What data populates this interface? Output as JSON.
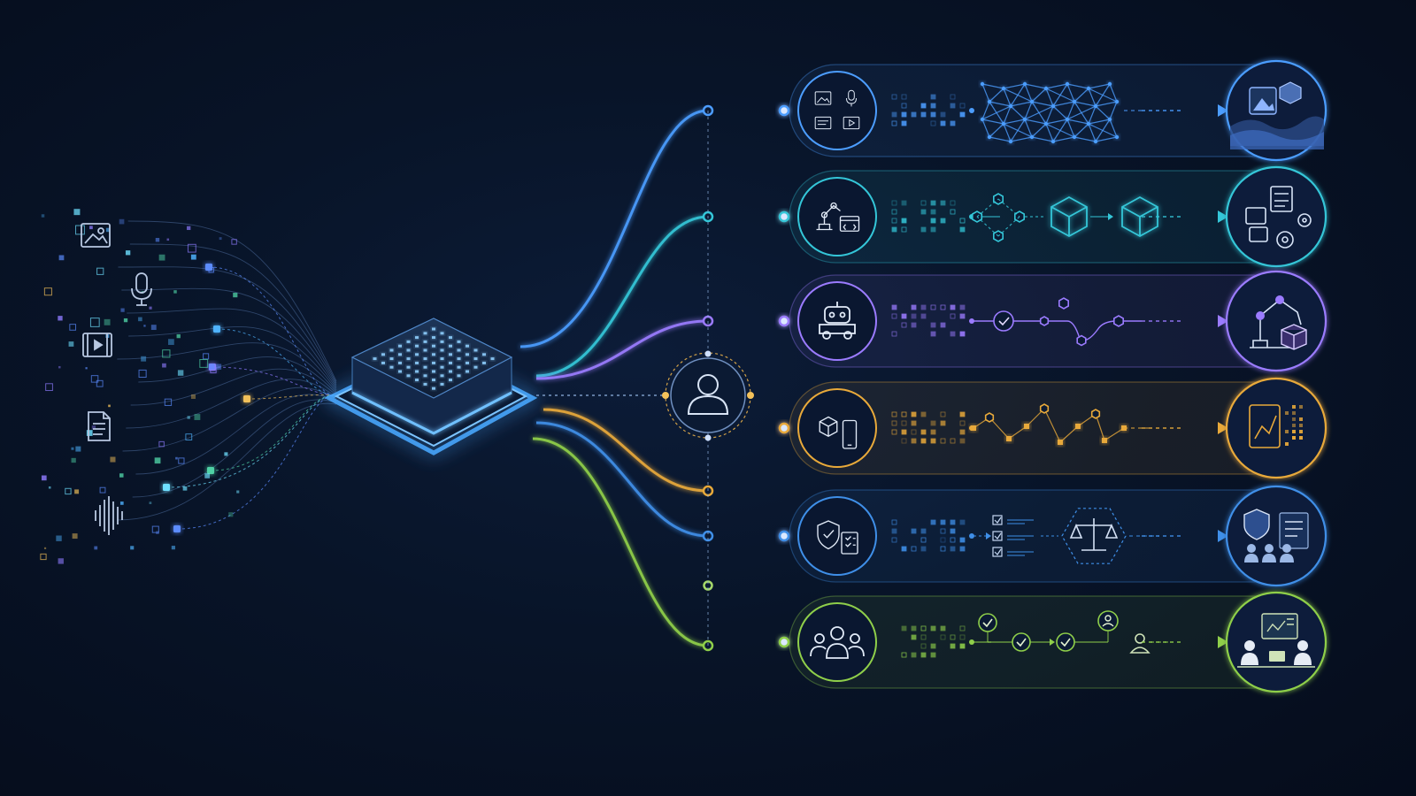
{
  "colors": {
    "background": "#071226",
    "processor": "#4aa8ff",
    "hub": "#9fb7d9",
    "particles": [
      "#5b8cff",
      "#4fb3ff",
      "#8f7bff",
      "#f3c15a",
      "#4fd1a5",
      "#6ee0ff"
    ]
  },
  "inputs": [
    {
      "name": "image-input",
      "icon": "image-icon"
    },
    {
      "name": "audio-input",
      "icon": "microphone-icon"
    },
    {
      "name": "video-input",
      "icon": "film-icon"
    },
    {
      "name": "document-input",
      "icon": "document-icon"
    },
    {
      "name": "waveform-input",
      "icon": "waveform-icon"
    }
  ],
  "hub": {
    "icon": "person-icon"
  },
  "lanes": [
    {
      "name": "multimodal-generation",
      "color": "#4c9dff",
      "icons": [
        "image-icon",
        "microphone-icon",
        "screen-icon",
        "play-icon"
      ],
      "process": "neural-network",
      "output": "landscape-scene-icon"
    },
    {
      "name": "robotic-automation",
      "color": "#34c6d8",
      "icons": [
        "robot-arm-icon",
        "code-window-icon"
      ],
      "process": "cube-pipeline",
      "output": "dashboard-gear-icon"
    },
    {
      "name": "autonomous-agent",
      "color": "#9b7bff",
      "icons": [
        "robot-vehicle-icon"
      ],
      "process": "checkpoint-path",
      "output": "robot-arm-box-icon"
    },
    {
      "name": "product-3d-mobile",
      "color": "#e8a93a",
      "icons": [
        "cube-icon",
        "phone-icon"
      ],
      "process": "node-graph",
      "output": "analytics-dashboard-icon"
    },
    {
      "name": "safety-compliance",
      "color": "#3f8fe8",
      "icons": [
        "shield-icon",
        "clipboard-icon"
      ],
      "process": "checklist-scales",
      "output": "team-shield-icon"
    },
    {
      "name": "human-collaboration",
      "color": "#8fcf4a",
      "icons": [
        "group-icon"
      ],
      "process": "approval-chain",
      "output": "team-presentation-icon"
    }
  ]
}
